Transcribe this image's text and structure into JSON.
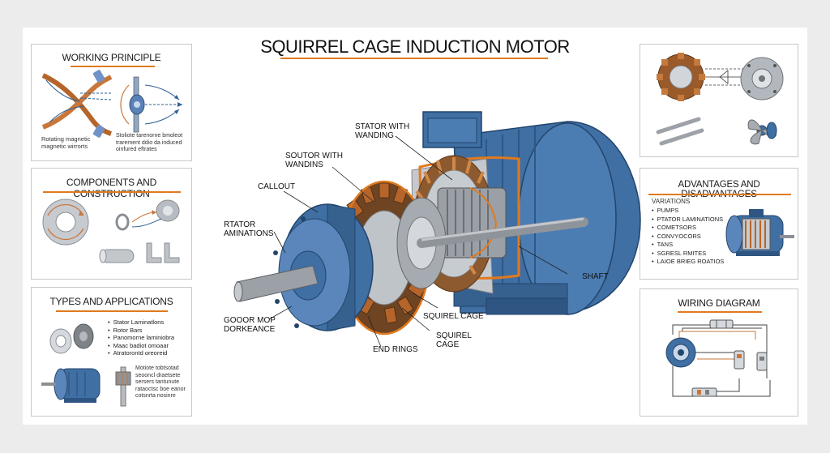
{
  "title": "SQUIRREL CAGE INDUCTION MOTOR",
  "colors": {
    "accent": "#e07a1f",
    "motor_blue": "#3f6fa3",
    "copper": "#b5652a"
  },
  "left_panels": {
    "working_principle": {
      "title": "WORKING PRINCIPLE",
      "caption_left": "Rotating magnetic\nmagnetic wirrorts",
      "caption_right": "Stoliote tarenorne bmoleot\ntrarement ddio da induced\noinfured eftrates"
    },
    "components": {
      "title": "COMPONENTS AND CONSTRUCTION"
    },
    "types": {
      "title": "TYPES AND APPLICATIONS",
      "bullets": [
        "Stator Laminatlons",
        "Rotor Bars",
        "Panomorne laminiobra",
        "Maac badiot omoaar",
        "Atratorontd oreoreid"
      ],
      "caption": "Motiote tobtsotad\nseooncl draetsete\nsersers tantunute\nrataoctsc boe eanor\ncotsnrta nosinre"
    }
  },
  "right_panels": {
    "advantages": {
      "title": "ADVANTAGES AND DISADVANTAGES",
      "heading": "VARIATIONS",
      "bullets": [
        "PUMPS",
        "PTATOR LAMINATIONS",
        "COMETSORS",
        "CONVYOCORS",
        "TANS",
        "SGRESL RMITES",
        "LAIOE BRIEG ROATIOS"
      ]
    },
    "wiring": {
      "title": "WIRING DIAGRAM"
    }
  },
  "callouts": {
    "stator_with_wanding": "STATOR WITH\nWANDING",
    "souter_with_wandins": "SOUTOR WITH\nWANDINS",
    "callout": "CALLOUT",
    "rtator_aminations": "RTATOR\nAMINATIONS",
    "shaft": "SHAFT",
    "squirel_cage_1": "SQUIREL CAGE",
    "squirel_cage_2": "SQUIREL\nCAGE",
    "end_rings": "END RINGS",
    "gooor_mop": "GOOOR MOP\nDORKEANCE"
  }
}
